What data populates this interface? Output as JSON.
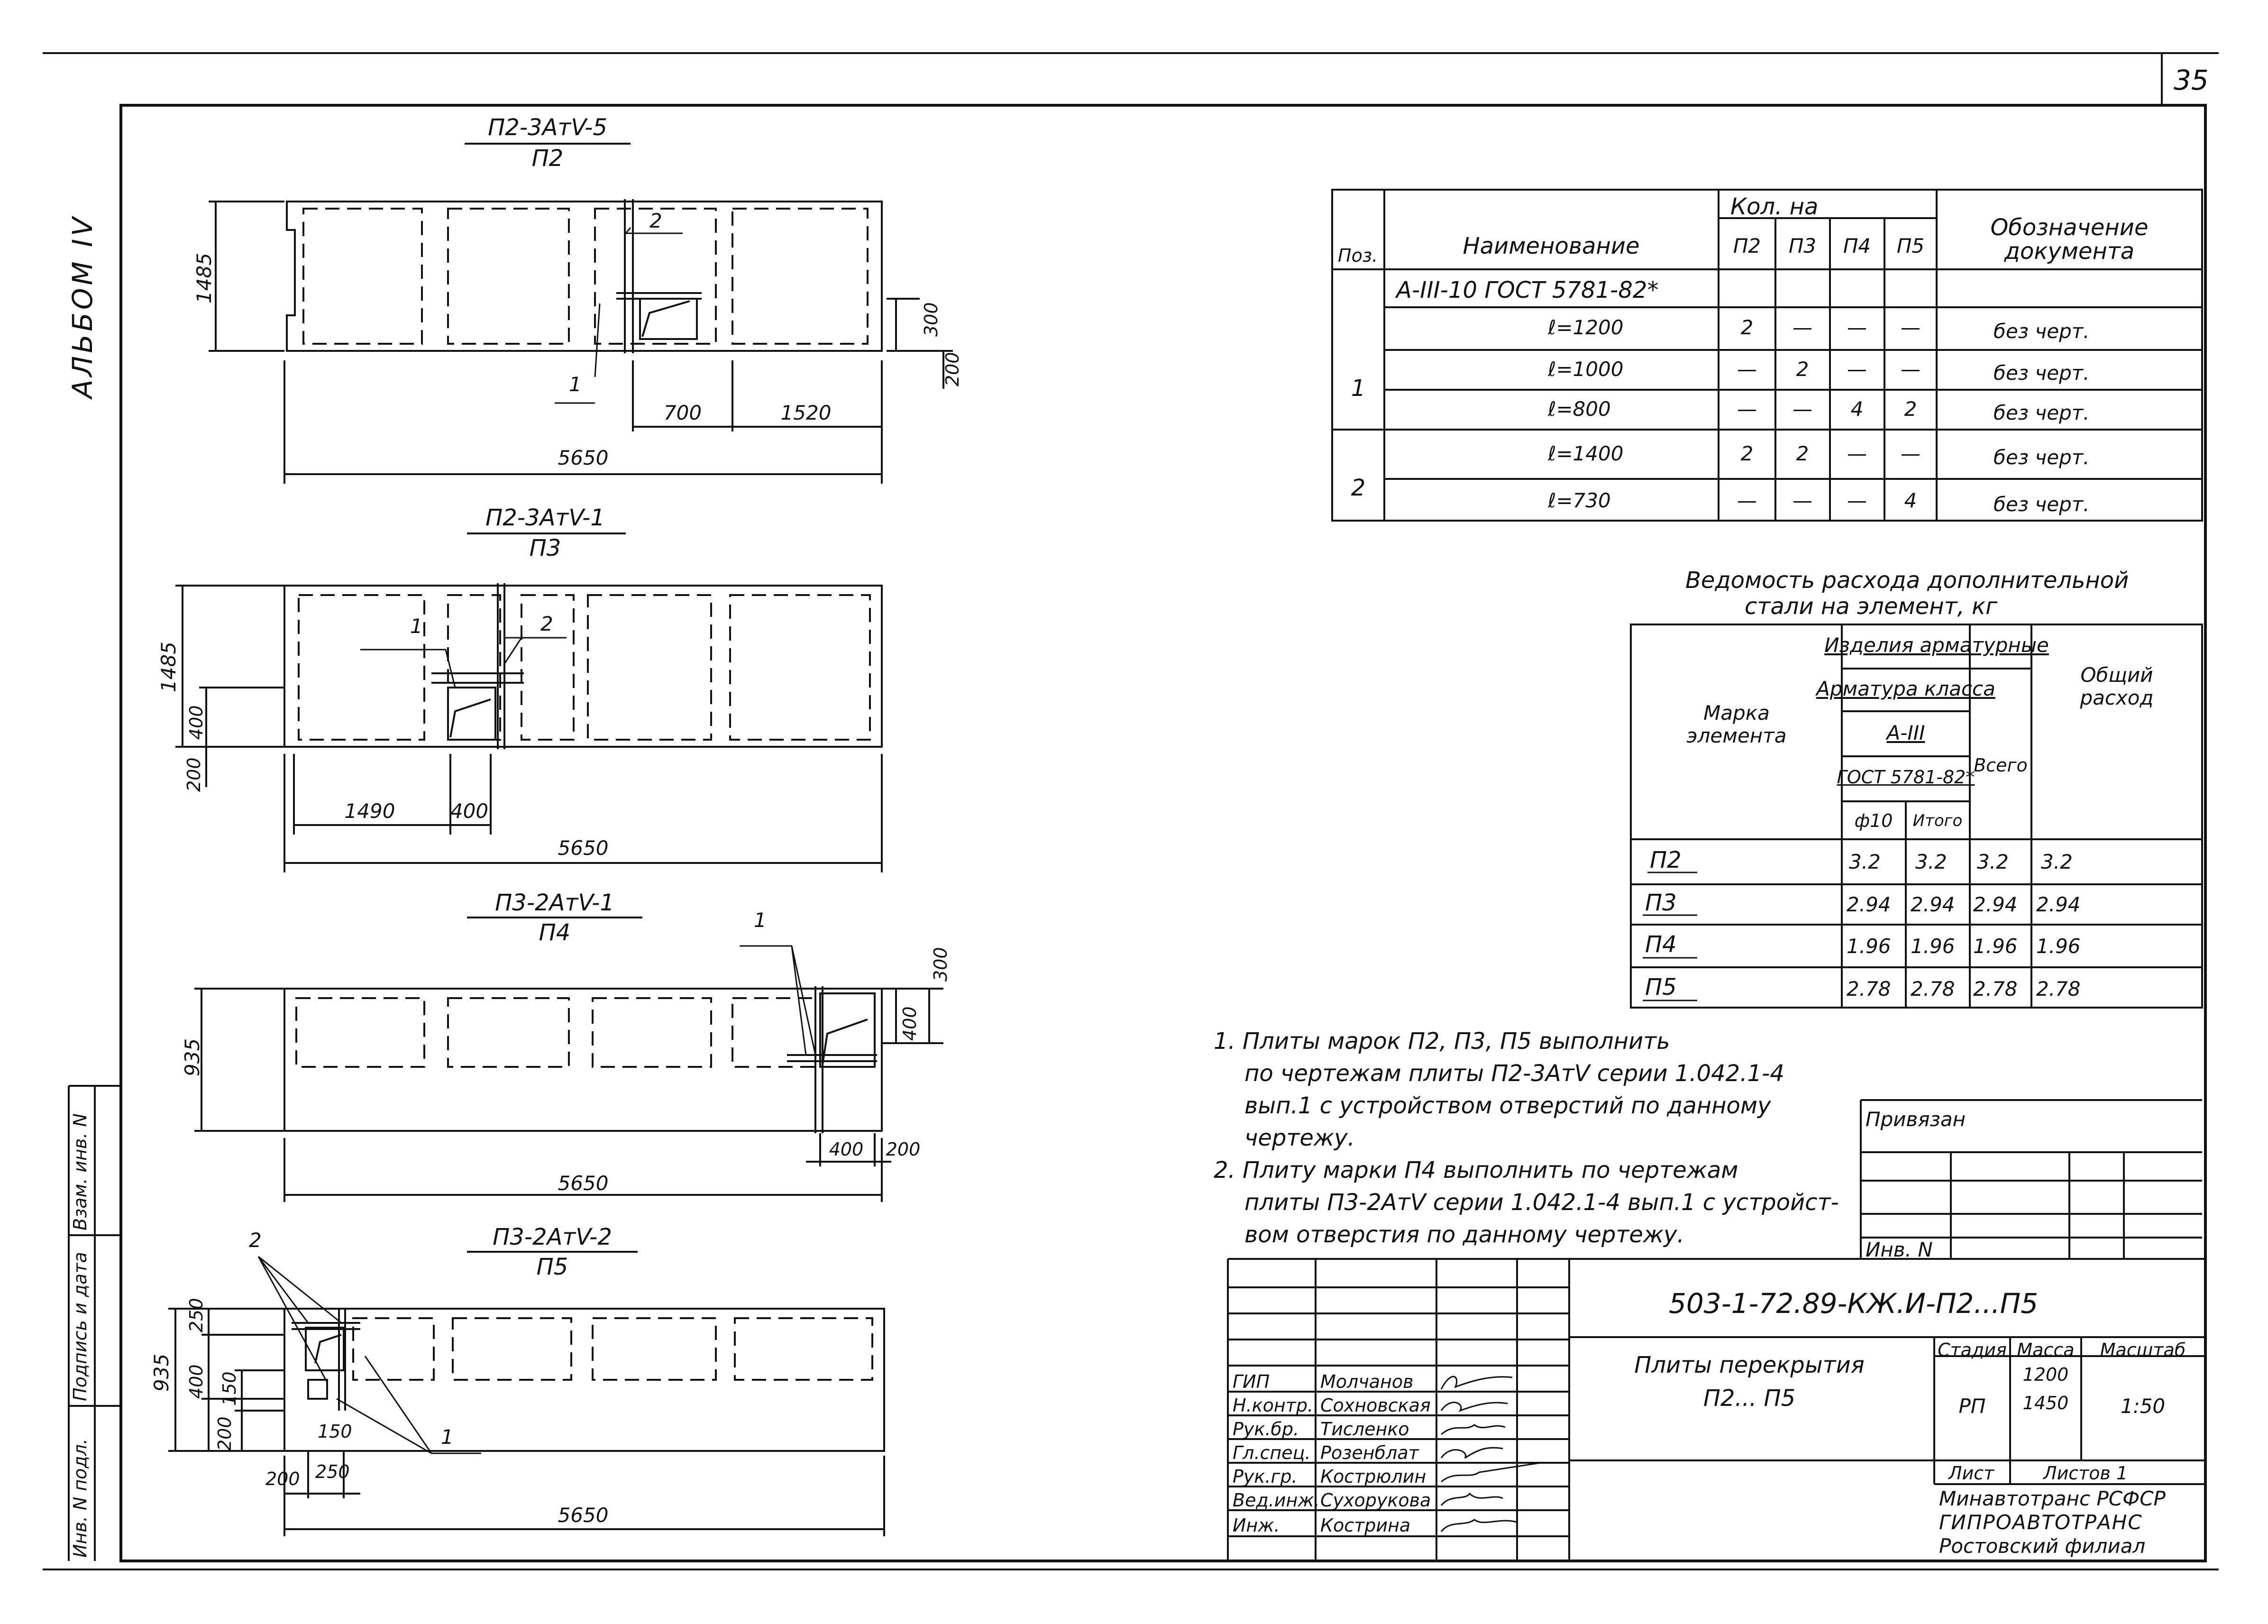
{
  "page_number": "35",
  "album_label": "АЛЬБОМ IV",
  "side_stamp": [
    "Инв. N подл.",
    "Подпись и дата",
    "Взам. инв. N"
  ],
  "plates": [
    {
      "mark": "П2-3АтV-5",
      "name": "П2",
      "dims": {
        "height": "1485",
        "length": "5650",
        "d300": "300",
        "d200": "200",
        "d700": "700",
        "d1520": "1520"
      },
      "callouts": [
        "2",
        "1"
      ]
    },
    {
      "mark": "П2-3АтV-1",
      "name": "П3",
      "dims": {
        "height": "1485",
        "length": "5650",
        "d400v": "400",
        "d200": "200",
        "d1490": "1490",
        "d400h": "400"
      },
      "callouts": [
        "1",
        "2"
      ]
    },
    {
      "mark": "П3-2АтV-1",
      "name": "П4",
      "dims": {
        "height": "935",
        "length": "5650",
        "d300": "300",
        "d400v": "400",
        "d400h": "400",
        "d200": "200"
      },
      "callouts": [
        "1"
      ]
    },
    {
      "mark": "П3-2АтV-2",
      "name": "П5",
      "dims": {
        "height": "935",
        "d250": "250",
        "d400": "400",
        "d200": "200",
        "d150v": "150",
        "d150h": "150",
        "d200h": "200",
        "d250h": "250",
        "length": "5650"
      },
      "callouts": [
        "2",
        "1"
      ]
    }
  ],
  "spec_table": {
    "headers": {
      "pos": "Поз.",
      "name": "Наименование",
      "qty": "Кол. на",
      "p2": "П2",
      "p3": "П3",
      "p4": "П4",
      "p5": "П5",
      "doc": "Обозначение документа"
    },
    "material": "А-III-10 ГОСТ 5781-82*",
    "rows": [
      {
        "pos": "1",
        "name": "ℓ=1200",
        "p2": "2",
        "p3": "—",
        "p4": "—",
        "p5": "—",
        "doc": "без черт."
      },
      {
        "pos": "",
        "name": "ℓ=1000",
        "p2": "—",
        "p3": "2",
        "p4": "—",
        "p5": "—",
        "doc": "без черт."
      },
      {
        "pos": "",
        "name": "ℓ=800",
        "p2": "—",
        "p3": "—",
        "p4": "4",
        "p5": "2",
        "doc": "без черт."
      },
      {
        "pos": "2",
        "name": "ℓ=1400",
        "p2": "2",
        "p3": "2",
        "p4": "—",
        "p5": "—",
        "doc": "без черт."
      },
      {
        "pos": "",
        "name": "ℓ=730",
        "p2": "—",
        "p3": "—",
        "p4": "—",
        "p5": "4",
        "doc": "без черт."
      }
    ]
  },
  "steel_table": {
    "title_line1": "Ведомость расхода дополнительной",
    "title_line2": "стали на элемент, кг",
    "headers": {
      "mark": "Марка элемента",
      "products": "Изделия арматурные",
      "class": "Арматура класса",
      "grade": "А-III",
      "gost": "ГОСТ 5781-82*",
      "d10": "ф10",
      "itogo": "Итого",
      "vsego": "Всего",
      "total": "Общий расход"
    },
    "rows": [
      {
        "mark": "П2",
        "d10": "3.2",
        "itogo": "3.2",
        "vsego": "3.2",
        "total": "3.2"
      },
      {
        "mark": "П3",
        "d10": "2.94",
        "itogo": "2.94",
        "vsego": "2.94",
        "total": "2.94"
      },
      {
        "mark": "П4",
        "d10": "1.96",
        "itogo": "1.96",
        "vsego": "1.96",
        "total": "1.96"
      },
      {
        "mark": "П5",
        "d10": "2.78",
        "itogo": "2.78",
        "vsego": "2.78",
        "total": "2.78"
      }
    ]
  },
  "notes": [
    "1. Плиты марок П2, П3, П5 выполнить",
    "по чертежам плиты П2-3АтV серии 1.042.1-4",
    "вып.1 с устройством отверстий по данному",
    "чертежу.",
    "2. Плиту марки П4 выполнить по чертежам",
    "плиты П3-2АтV серии 1.042.1-4 вып.1 с устройст-",
    "вом отверстия по данному чертежу."
  ],
  "binding_box": {
    "title": "Привязан",
    "inv": "Инв. N"
  },
  "title_block": {
    "code": "503-1-72.89-КЖ.И-П2...П5",
    "title_line1": "Плиты перекрытия",
    "title_line2": "П2... П5",
    "stage_h": "Стадия",
    "mass_h": "Масса",
    "scale_h": "Масштаб",
    "stage": "РП",
    "mass1": "1200",
    "mass2": "1450",
    "scale": "1:50",
    "sheet_h": "Лист",
    "sheets_h": "Листов 1",
    "org1": "Минавтотранс РСФСР",
    "org2": "ГИПРОАВТОТРАНС",
    "org3": "Ростовский филиал",
    "people": [
      {
        "role": "ГИП",
        "name": "Молчанов"
      },
      {
        "role": "Н.контр.",
        "name": "Сохновская"
      },
      {
        "role": "Рук.бр.",
        "name": "Тисленко"
      },
      {
        "role": "Гл.спец.",
        "name": "Розенблат"
      },
      {
        "role": "Рук.гр.",
        "name": "Кострюлин"
      },
      {
        "role": "Вед.инж.",
        "name": "Сухорукова"
      },
      {
        "role": "Инж.",
        "name": "Кострина"
      }
    ]
  }
}
